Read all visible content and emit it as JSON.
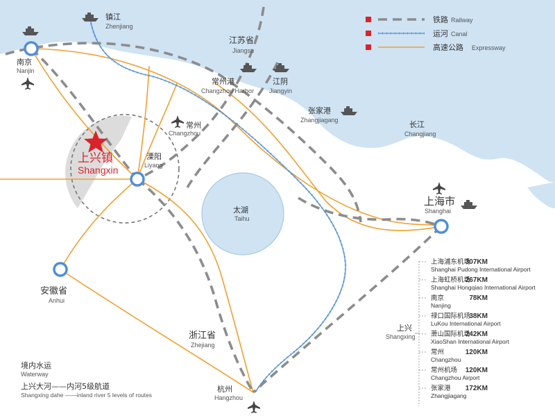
{
  "legend": {
    "railway": {
      "zh": "铁路",
      "en": "Railway"
    },
    "canal": {
      "zh": "运河",
      "en": "Canal"
    },
    "expressway": {
      "zh": "高速公路",
      "en": "Expressway"
    }
  },
  "colors": {
    "water": "#cfe3f3",
    "railway": "#8c8c8c",
    "canal": "#4f8fd6",
    "expressway": "#f0a030",
    "accent_red": "#d9232a",
    "node_ring": "#4f8fd6"
  },
  "places": {
    "zhenjiang": {
      "zh": "镇江",
      "en": "Zhenjiang"
    },
    "jiangsu": {
      "zh": "江苏省",
      "en": "Jiangsu"
    },
    "nanjing": {
      "zh": "南京",
      "en": "Nanjin"
    },
    "changzhou_harbor": {
      "zh": "常州港",
      "en": "Changzhou Harbor"
    },
    "jiangyin": {
      "zh": "江阴",
      "en": "Jiangyin"
    },
    "zhangjiagang": {
      "zh": "张家港",
      "en": "Zhangjiagang"
    },
    "changjiang": {
      "zh": "长江",
      "en": "Changjiang"
    },
    "changzhou": {
      "zh": "常州",
      "en": "Changzhou"
    },
    "shangxin": {
      "zh": "上兴镇",
      "en": "Shangxin"
    },
    "liyang": {
      "zh": "溧阳",
      "en": "Liyang"
    },
    "taihu": {
      "zh": "太湖",
      "en": "Taihu"
    },
    "shanghai": {
      "zh": "上海市",
      "en": "Shanghai"
    },
    "anhui": {
      "zh": "安徽省",
      "en": "Anhui"
    },
    "zhejiang": {
      "zh": "浙江省",
      "en": "Zhejiang"
    },
    "hangzhou": {
      "zh": "杭州",
      "en": "Hangzhou"
    }
  },
  "waterway": {
    "title_zh": "境内水运",
    "title_en": "Waterway",
    "line_zh": "上兴大河——内河5级航道",
    "line_en": "Shangxing dahe ——inland river 5 levels of routes"
  },
  "distances": {
    "origin": {
      "zh": "上兴",
      "en": "Shangxing"
    },
    "items": [
      {
        "zh": "上海浦东机场",
        "km": "307KM",
        "en": "Shanghai Pudong International Airport"
      },
      {
        "zh": "上海虹桥机场",
        "km": "267KM",
        "en": "Shanghai Hongqiao International Airport"
      },
      {
        "zh": "南京",
        "km": "78KM",
        "en": "Nanjing"
      },
      {
        "zh": "禄口国际机场",
        "km": "38KM",
        "en": "LuKou International Airport"
      },
      {
        "zh": "萧山国际机场",
        "km": "242KM",
        "en": "XiaoShan International Airport"
      },
      {
        "zh": "常州",
        "km": "120KM",
        "en": "Changzhou"
      },
      {
        "zh": "常州机场",
        "km": "120KM",
        "en": "Changzhou Airport"
      },
      {
        "zh": "张家港",
        "km": "172KM",
        "en": "Zhangjiagang"
      }
    ]
  }
}
